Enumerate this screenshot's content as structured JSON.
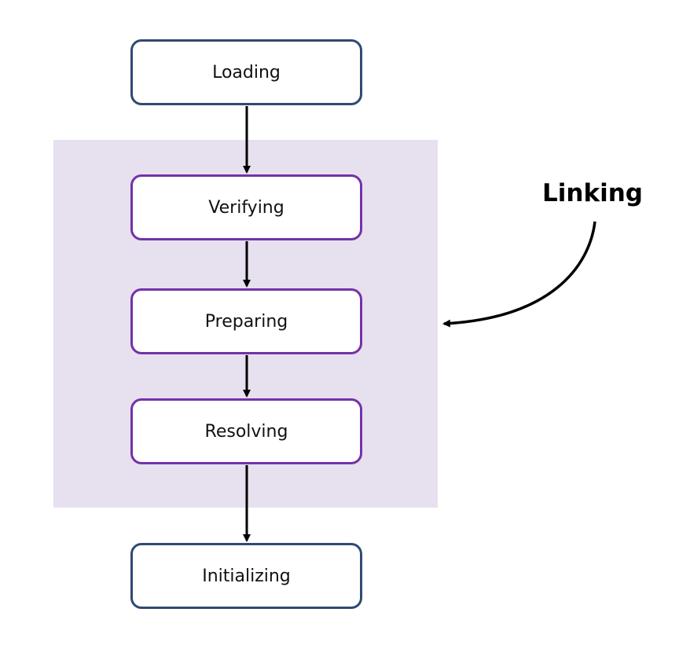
{
  "diagram": {
    "steps": [
      {
        "id": "loading",
        "label": "Loading"
      },
      {
        "id": "verifying",
        "label": "Verifying"
      },
      {
        "id": "preparing",
        "label": "Preparing"
      },
      {
        "id": "resolving",
        "label": "Resolving"
      },
      {
        "id": "initializing",
        "label": "Initializing"
      }
    ],
    "group": {
      "label": "Linking",
      "members": [
        "Verifying",
        "Preparing",
        "Resolving"
      ]
    },
    "colors": {
      "group_fill": "#e7e0ef",
      "outer_step_border": "#2f4a73",
      "inner_step_border": "#7332a8",
      "arrow": "#000000"
    }
  }
}
